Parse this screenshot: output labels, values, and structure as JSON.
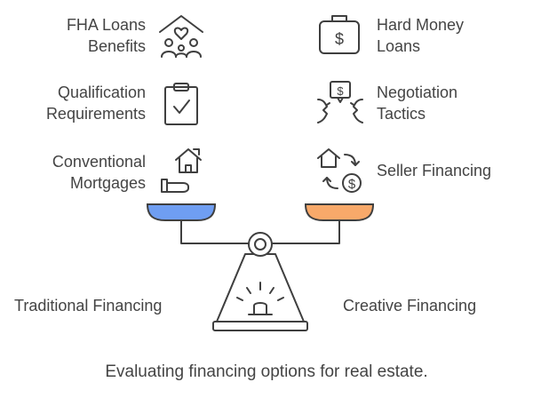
{
  "left_items": [
    {
      "line1": "FHA Loans",
      "line2": "Benefits",
      "icon": "family-house-icon"
    },
    {
      "line1": "Qualification",
      "line2": "Requirements",
      "icon": "clipboard-check-icon"
    },
    {
      "line1": "Conventional",
      "line2": "Mortgages",
      "icon": "house-in-hand-icon"
    }
  ],
  "right_items": [
    {
      "line1": "Hard Money",
      "line2": "Loans",
      "icon": "money-bag-icon"
    },
    {
      "line1": "Negotiation",
      "line2": "Tactics",
      "icon": "negotiation-faces-icon"
    },
    {
      "line1": "Seller Financing",
      "line2": "",
      "icon": "house-money-exchange-icon"
    }
  ],
  "scale": {
    "left_label": "Traditional Financing",
    "right_label": "Creative Financing",
    "left_pan_color": "#6f9ef2",
    "right_pan_color": "#f8a96a"
  },
  "caption": "Evaluating financing options for real estate."
}
